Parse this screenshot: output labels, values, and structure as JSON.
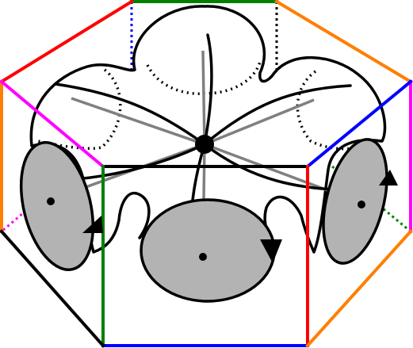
{
  "figure": {
    "kind": "hexagonal prism with surface and oriented boundary loops",
    "edge_colors": {
      "red": "#ff0000",
      "green": "#008000",
      "blue": "#0000ff",
      "orange": "#ff7f00",
      "magenta": "#ff00ff",
      "black": "#000000"
    },
    "fill_gray": "#b3b3b3",
    "line_gray": "#808080",
    "boundary_disks": 3,
    "orientation_arrows": 3,
    "center_vertex": 1
  }
}
